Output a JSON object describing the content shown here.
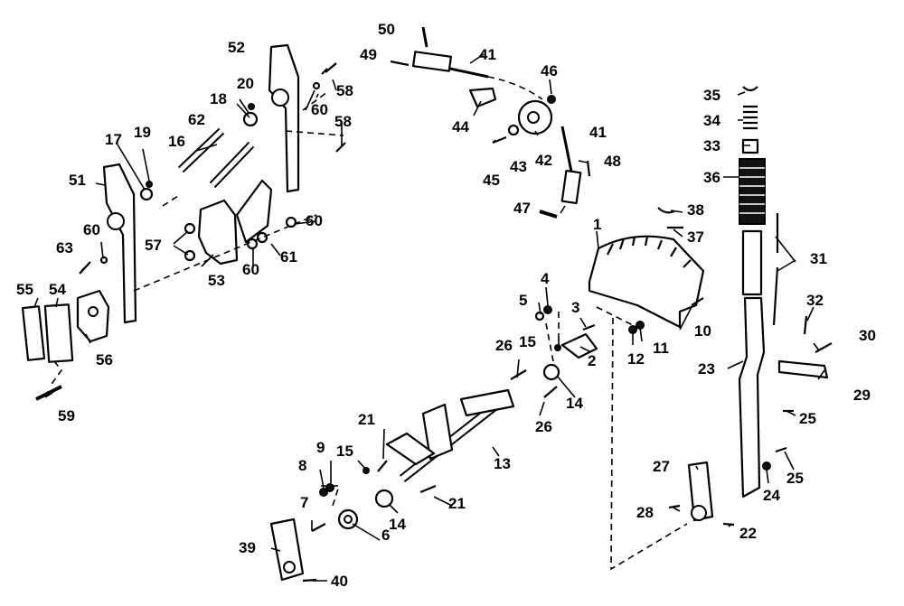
{
  "callouts": {
    "c1": "1",
    "c2": "2",
    "c3": "3",
    "c4": "4",
    "c5": "5",
    "c6": "6",
    "c7": "7",
    "c8": "8",
    "c9": "9",
    "c10": "10",
    "c11": "11",
    "c12": "12",
    "c13": "13",
    "c14a": "14",
    "c14b": "14",
    "c15a": "15",
    "c15b": "15",
    "c16": "16",
    "c17": "17",
    "c18": "18",
    "c19": "19",
    "c20": "20",
    "c21a": "21",
    "c21b": "21",
    "c22": "22",
    "c23": "23",
    "c24": "24",
    "c25a": "25",
    "c25b": "25",
    "c26a": "26",
    "c26b": "26",
    "c27": "27",
    "c28": "28",
    "c29": "29",
    "c30": "30",
    "c31": "31",
    "c32": "32",
    "c33": "33",
    "c34": "34",
    "c35": "35",
    "c36": "36",
    "c37": "37",
    "c38": "38",
    "c39": "39",
    "c40": "40",
    "c41a": "41",
    "c41b": "41",
    "c42": "42",
    "c43": "43",
    "c44": "44",
    "c45": "45",
    "c46": "46",
    "c47": "47",
    "c48": "48",
    "c49": "49",
    "c50": "50",
    "c51": "51",
    "c52": "52",
    "c53": "53",
    "c54": "54",
    "c55": "55",
    "c56": "56",
    "c57": "57",
    "c58a": "58",
    "c58b": "58",
    "c59": "59",
    "c60a": "60",
    "c60b": "60",
    "c60c": "60",
    "c60d": "60",
    "c61": "61",
    "c62": "62",
    "c63": "63"
  }
}
